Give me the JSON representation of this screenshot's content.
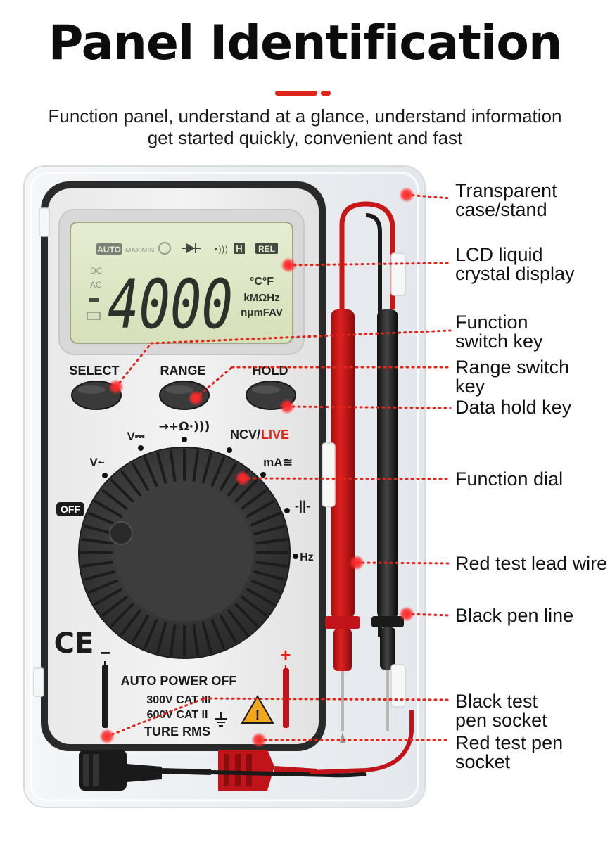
{
  "header": {
    "title": "Panel Identification",
    "subtitle_line1": "Function panel, understand at a glance, understand information",
    "subtitle_line2": "get started quickly, convenient and fast"
  },
  "colors": {
    "accent": "#e1251b",
    "lcd": "#dfe8c6",
    "body": "#ececec",
    "dial": "#3a3a3a"
  },
  "lcd": {
    "auto": "AUTO",
    "max": "MAX",
    "min": "MIN",
    "hold_h": "H",
    "rel": "REL",
    "dc": "DC",
    "ac": "AC",
    "reading": "4000",
    "unit_temp": "°C°F",
    "unit_1": "kMΩHz",
    "unit_2": "nμmFAV"
  },
  "keys": {
    "select": "SELECT",
    "range": "RANGE",
    "hold": "HOLD"
  },
  "dial_marks": {
    "v_dc": "V⎓",
    "diode": "→+Ω·)))",
    "ncv": "NCV/",
    "live": "LIVE",
    "v_ac": "V~",
    "ma": "mA≅",
    "off": "OFF",
    "cap": "-||-",
    "hz": "Hz"
  },
  "front_text": {
    "ce": "CE",
    "minus": "−",
    "plus": "+",
    "auto_power_off": "AUTO POWER OFF",
    "cat3": "300V CAT III",
    "cat2": "600V CAT II",
    "ture_rms": "TURE RMS"
  },
  "callouts": [
    {
      "line1": "Transparent",
      "line2": "case/stand"
    },
    {
      "line1": "LCD liquid",
      "line2": "crystal display"
    },
    {
      "line1": "Function",
      "line2": "switch key"
    },
    {
      "line1": "Range switch",
      "line2": "key"
    },
    {
      "line1": "Data hold key",
      "line2": ""
    },
    {
      "line1": "Function dial",
      "line2": ""
    },
    {
      "line1": "Red test lead wire",
      "line2": ""
    },
    {
      "line1": "Black pen line",
      "line2": ""
    },
    {
      "line1": "Black test",
      "line2": "pen socket"
    },
    {
      "line1": "Red test pen",
      "line2": "socket"
    }
  ]
}
